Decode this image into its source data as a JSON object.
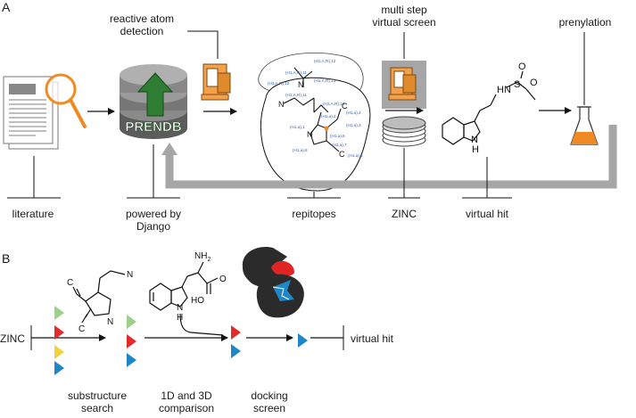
{
  "panels": {
    "a": "A",
    "b": "B"
  },
  "panel_a": {
    "labels": {
      "reactive_atom_1": "reactive atom",
      "reactive_atom_2": "detection",
      "multi_step_1": "multi step",
      "multi_step_2": "virtual screen",
      "prenylation": "prenylation",
      "literature": "literature",
      "powered_by_1": "powered by",
      "powered_by_2": "Django",
      "repitopes": "repitopes",
      "zinc": "ZINC",
      "virtual_hit": "virtual hit"
    },
    "logo_text": "PRENDB",
    "molecule_atoms": {
      "n": "N",
      "h": "H",
      "s": "S",
      "o1": "O",
      "o2": "O",
      "hn": "HN"
    },
    "repitope_tags": [
      "(H1,A,R),12",
      "(H1,A,R),11",
      "(H1,A,R),13",
      "(H1,A,R),12",
      "(H1,A,R),11",
      "(H1,A,R),10",
      "(H1,a),2",
      "(H1,a),4",
      "(H1,a),3",
      "(H1,a),1",
      "(H1,a),6",
      "(H1,a),7",
      "(H1,a),8",
      "(H1,a),5"
    ],
    "repitope_atoms": {
      "n1": "N",
      "n2": "N",
      "n3": "N",
      "c1": "C",
      "c2": "C"
    },
    "colors": {
      "arrow_gray": "#a6a6a6",
      "accent_orange": "#f08a24",
      "logo_green": "#2e7d32",
      "stack_gray": "#6d6d6d"
    }
  },
  "panel_b": {
    "labels": {
      "zinc": "ZINC",
      "virtual_hit": "virtual hit",
      "substructure_1": "substructure",
      "substructure_2": "search",
      "comparison_1": "1D and 3D",
      "comparison_2": "comparison",
      "docking_1": "docking",
      "docking_2": "screen"
    },
    "molecule_atoms": {
      "n_ring": "N",
      "n_chain": "N",
      "c1": "C",
      "c2": "C",
      "nh2": "NH",
      "nh2_sub": "2",
      "o": "O",
      "ho": "HO",
      "nh": "N",
      "h": "H"
    },
    "colors": {
      "green": "#9dd08a",
      "red": "#e32b2b",
      "yellow": "#f4d03f",
      "blue": "#1f86c8",
      "protein": "#2b2b2b",
      "ligand_red": "#e02424",
      "ligand_blue": "#1f86c8"
    }
  }
}
